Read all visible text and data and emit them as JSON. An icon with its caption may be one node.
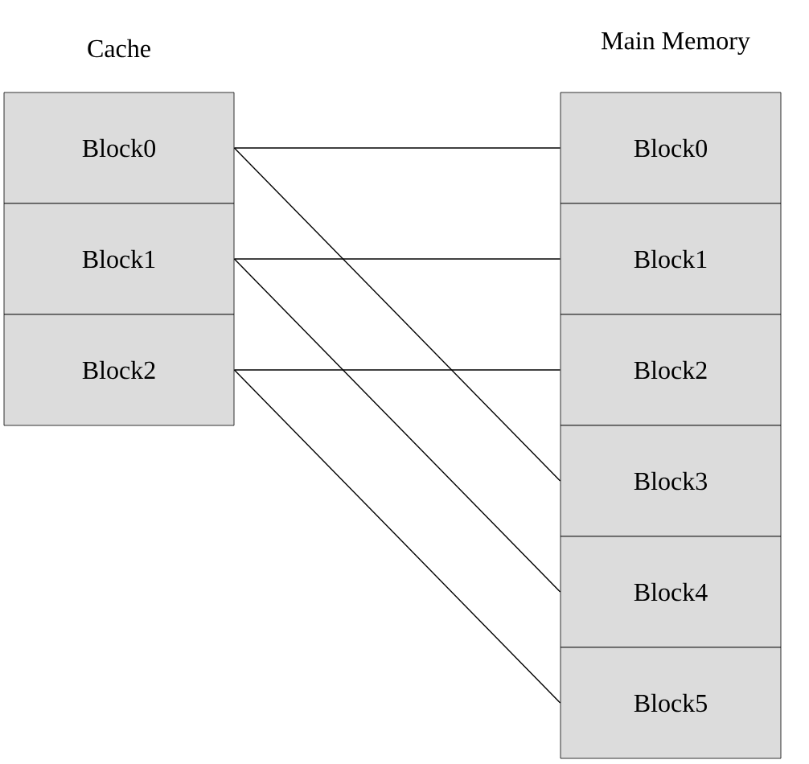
{
  "diagram": {
    "nodes": [
      {
        "text": [
          "Block0"
        ]
      },
      {
        "text": [
          "Block1"
        ]
      },
      {
        "text": [
          "Block2"
        ]
      },
      {
        "text": [
          "Block0"
        ]
      },
      {
        "text": [
          "Block1"
        ]
      },
      {
        "text": [
          "Block2"
        ]
      },
      {
        "text": [
          "Block3"
        ]
      },
      {
        "text": [
          "Block4"
        ]
      },
      {
        "text": [
          "Block5"
        ]
      }
    ],
    "edges": [
      {
        "from": 0,
        "to": 3,
        "arrow": "none"
      },
      {
        "from": 0,
        "to": 6,
        "arrow": "none"
      },
      {
        "from": 1,
        "to": 4,
        "arrow": "none"
      },
      {
        "from": 1,
        "to": 7,
        "arrow": "none"
      },
      {
        "from": 2,
        "to": 5,
        "arrow": "none"
      },
      {
        "from": 2,
        "to": 8,
        "arrow": "none"
      }
    ],
    "labels": [
      "Cache",
      "Main Memory"
    ]
  }
}
